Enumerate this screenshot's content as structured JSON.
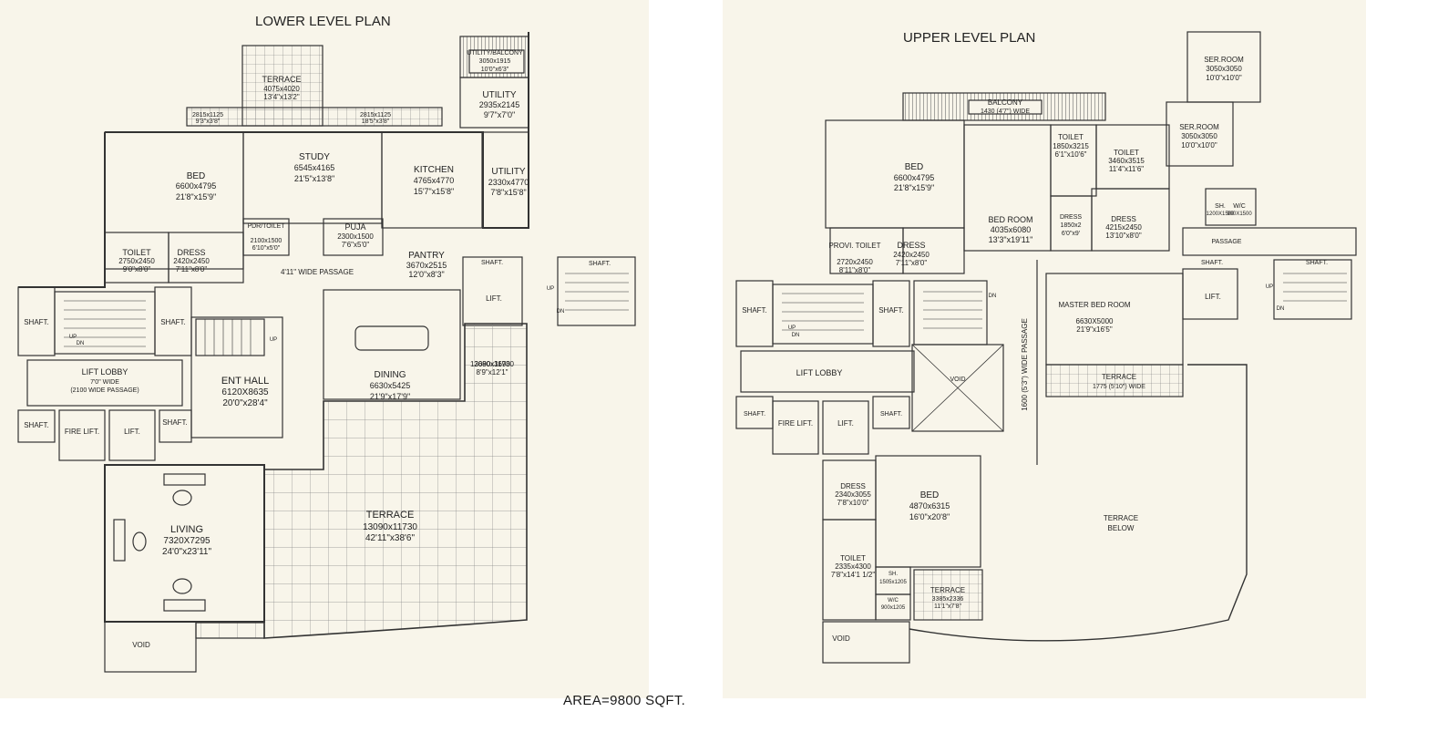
{
  "lower": {
    "title": "LOWER LEVEL PLAN",
    "rooms": [
      {
        "name": "TERRACE",
        "dim": "4075x4020",
        "ft": "13'4\"x13'2\""
      },
      {
        "name": "UTILITY/BALCONY",
        "dim": "3050x1915",
        "ft": "10'0\"x6'3\""
      },
      {
        "name": "UTILITY",
        "dim": "2935x2145",
        "ft": "9'7\"x7'0\""
      },
      {
        "name": "BED",
        "dim": "6600x4795",
        "ft": "21'8\"x15'9\""
      },
      {
        "name": "STUDY",
        "dim": "6545x4165",
        "ft": "21'5\"x13'8\""
      },
      {
        "name": "KITCHEN",
        "dim": "4765x4770",
        "ft": "15'7\"x15'8\""
      },
      {
        "name": "UTILITY",
        "dim": "2330x4770",
        "ft": "7'8\"x15'8\""
      },
      {
        "name": "PDR/TOILET",
        "dim": "2100x1500",
        "ft": "6'10\"x5'0\""
      },
      {
        "name": "PUJA",
        "dim": "2300x1500",
        "ft": "7'6\"x5'0\""
      },
      {
        "name": "TOILET",
        "dim": "2750x2450",
        "ft": "9'0\"x8'0\""
      },
      {
        "name": "DRESS",
        "dim": "2420x2450",
        "ft": "7'11\"x8'0\""
      },
      {
        "name": "PANTRY",
        "dim": "3670x2515",
        "ft": "12'0\"x8'3\""
      },
      {
        "name": "ENT HALL",
        "dim": "6120X8635",
        "ft": "20'0\"x28'4\""
      },
      {
        "name": "DINING",
        "dim": "6630x5425",
        "ft": "21'9\"x17'9\""
      },
      {
        "name": "",
        "dim": "2680x3690",
        "ft": "8'9\"x12'1\""
      },
      {
        "name": "TERRACE",
        "dim": "13090x11730",
        "ft": "42'11\"x38'6\""
      },
      {
        "name": "LIVING",
        "dim": "7320X7295",
        "ft": "24'0\"x23'11\""
      }
    ],
    "small": {
      "sill1": "2815x1125",
      "sill1ft": "9'3\"x3'8\"",
      "sill2": "2815x1125",
      "sill2ft": "18'5\"x3'8\"",
      "passage": "4'11\" WIDE PASSAGE",
      "lobby": "LIFT LOBBY",
      "lobby2": "7'0\" WIDE",
      "lobby3": "(2100 WIDE PASSAGE)",
      "shaft": "SHAFT.",
      "lift": "LIFT.",
      "firelift": "FIRE LIFT.",
      "void": "VOID",
      "up": "UP",
      "dn": "DN"
    }
  },
  "upper": {
    "title": "UPPER LEVEL PLAN",
    "rooms": [
      {
        "name": "SER.ROOM",
        "dim": "3050x3050",
        "ft": "10'0\"x10'0\""
      },
      {
        "name": "SER.ROOM",
        "dim": "3050x3050",
        "ft": "10'0\"x10'0\""
      },
      {
        "name": "BALCONY",
        "dim": "1430 (4'7\") WIDE",
        "ft": ""
      },
      {
        "name": "BED",
        "dim": "6600x4795",
        "ft": "21'8\"x15'9\""
      },
      {
        "name": "TOILET",
        "dim": "1850x3215",
        "ft": "6'1\"x10'6\""
      },
      {
        "name": "TOILET",
        "dim": "3460x3515",
        "ft": "11'4\"x11'6\""
      },
      {
        "name": "BED ROOM",
        "dim": "4035x6080",
        "ft": "13'3\"x19'11\""
      },
      {
        "name": "DRESS",
        "dim": "1850x2",
        "ft": "6'0\"x9'"
      },
      {
        "name": "DRESS",
        "dim": "4215x2450",
        "ft": "13'10\"x8'0\""
      },
      {
        "name": "PROVI. TOILET",
        "dim": "2720x2450",
        "ft": "8'11\"x8'0\""
      },
      {
        "name": "DRESS",
        "dim": "2420x2450",
        "ft": "7'11\"x8'0\""
      },
      {
        "name": "MASTER BED ROOM",
        "dim": "6630X5000",
        "ft": "21'9\"x16'5\""
      },
      {
        "name": "TERRACE",
        "dim": "1775 (5'10\") WIDE",
        "ft": ""
      },
      {
        "name": "DRESS",
        "dim": "2340x3055",
        "ft": "7'8\"x10'0\""
      },
      {
        "name": "BED",
        "dim": "4870x6315",
        "ft": "16'0\"x20'8\""
      },
      {
        "name": "TOILET",
        "dim": "2335x4300",
        "ft": "7'8\"x14'1 1/2\""
      },
      {
        "name": "TERRACE",
        "dim": "3385x2336",
        "ft": "11'1\"x7'8\""
      }
    ],
    "small": {
      "sh": "SH.",
      "sh_dim": "1200X1500",
      "wc": "W/C",
      "wc_dim": "900X1500",
      "sh2": "SH.",
      "sh2_dim": "1505x1205",
      "wc2": "W/C",
      "wc2_dim": "900x1205",
      "passage": "PASSAGE",
      "vpassage": "1600 (5'3\") WIDE PASSAGE",
      "lobby": "LIFT LOBBY",
      "void": "VOID",
      "void2": "VOID",
      "terrace_below": "TERRACE",
      "terrace_below2": "BELOW",
      "shaft": "SHAFT.",
      "lift": "LIFT.",
      "firelift": "FIRE LIFT.",
      "up": "UP",
      "dn": "DN"
    }
  },
  "area": "AREA=9800 SQFT."
}
